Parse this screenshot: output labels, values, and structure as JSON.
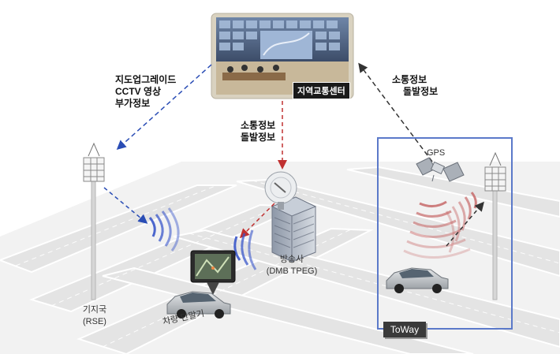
{
  "control_center": {
    "label": "지역교통센터"
  },
  "links": {
    "center_to_rse": [
      "지도업그레이드",
      "CCTV 영상",
      "부가정보"
    ],
    "center_to_broadcaster": [
      "소통정보",
      "돌발정보"
    ],
    "toway_to_center": [
      "소통정보",
      "돌발정보"
    ]
  },
  "nodes": {
    "rse": {
      "name": "기지국",
      "code": "(RSE)"
    },
    "broadcaster": {
      "name": "방송사",
      "code": "(DMB TPEG)"
    },
    "vehicle_terminal": {
      "name": "차량 단말기"
    },
    "gps": {
      "name": "GPS"
    },
    "toway": {
      "name": "ToWay"
    }
  },
  "colors": {
    "blue_wave": "#3a57c9",
    "red_wave": "#c03030",
    "toway_frame": "#5b79c9",
    "road": "#dedede"
  }
}
